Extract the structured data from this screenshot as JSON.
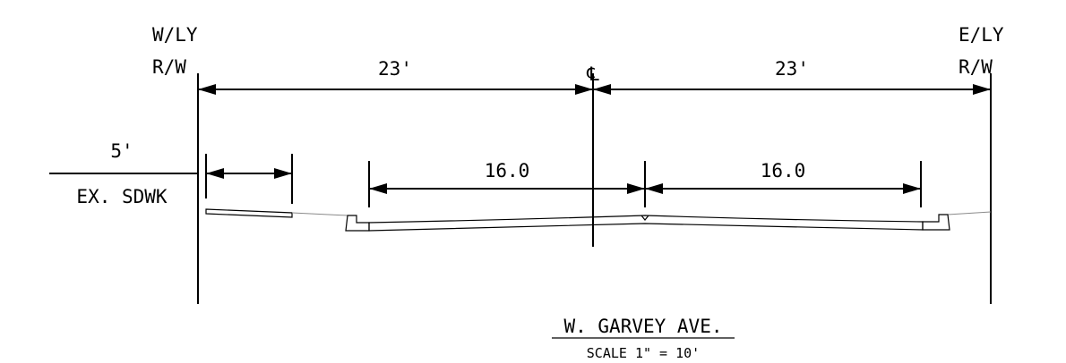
{
  "labels": {
    "west_row_line1": "W/LY",
    "west_row_line2": "R/W",
    "east_row_line1": "E/LY",
    "east_row_line2": "R/W",
    "centerline_symbol": "℄",
    "dim_west_half": "23'",
    "dim_east_half": "23'",
    "dim_sidewalk": "5'",
    "existing_sidewalk": "EX. SDWK",
    "dim_west_lane": "16.0",
    "dim_east_lane": "16.0",
    "street_name": "W. GARVEY AVE.",
    "scale": "SCALE 1\" = 10'"
  },
  "colors": {
    "linework": "#000000",
    "ground_line": "#8a8a8a",
    "background": "#ffffff"
  }
}
